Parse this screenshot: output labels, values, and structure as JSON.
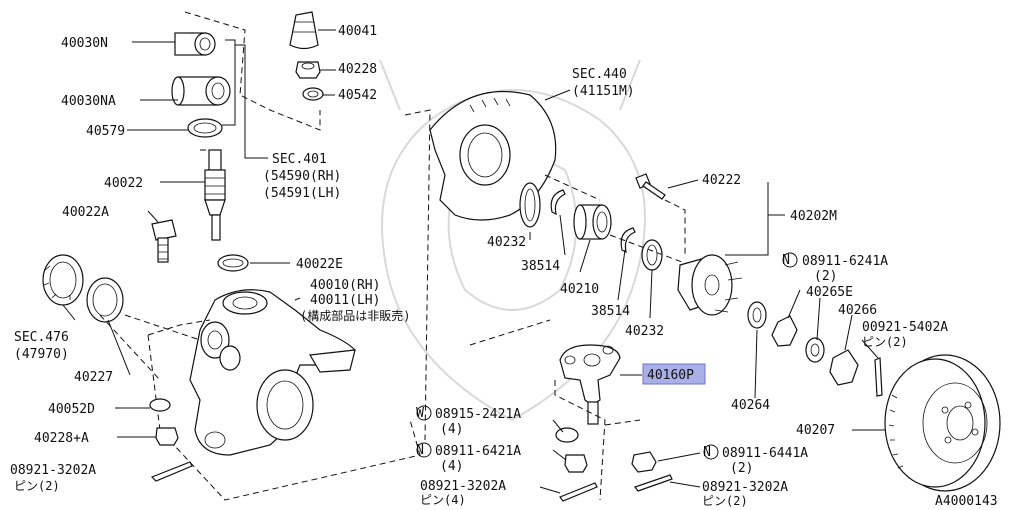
{
  "diagram_id": "A4000143",
  "highlighted_part": "40160P",
  "colors": {
    "highlight": "#a9b0e8",
    "line": "#111111"
  },
  "labels": {
    "p40030N": "40030N",
    "p40030NA": "40030NA",
    "p40579": "40579",
    "p40041": "40041",
    "p40228": "40228",
    "p40542": "40542",
    "sec401": "SEC.401",
    "sec401_rh": "(54590(RH)",
    "sec401_lh": "(54591(LH)",
    "p40022": "40022",
    "p40022A": "40022A",
    "p40022E": "40022E",
    "p40010": "40010(RH)",
    "p40011": "40011(LH)",
    "note_jp": "(構成部品は非販売)",
    "sec476": "SEC.476",
    "sec476_sub": "(47970)",
    "p40227": "40227",
    "p40052D": "40052D",
    "p40228A": "40228+A",
    "p08921_left": "08921-3202A",
    "pin_left": "ピン(2)",
    "sec440": "SEC.440",
    "sec440_sub": "(41151M)",
    "p40232_a": "40232",
    "p38514_a": "38514",
    "p40210": "40210",
    "p38514_b": "38514",
    "p40232_b": "40232",
    "p40222": "40222",
    "p40202M": "40202M",
    "n_08911_6241A": "08911-6241A",
    "n_08911_6241A_qty": "(2)",
    "p40265E": "40265E",
    "p40266": "40266",
    "p00921": "00921-5402A",
    "p00921_pin": "ピン(2)",
    "p40160P": "40160P",
    "w_08915": "08915-2421A",
    "w_08915_qty": "(4)",
    "n_08911_6421A": "08911-6421A",
    "n_08911_6421A_qty": "(4)",
    "p08921_mid": "08921-3202A",
    "pin_mid": "ピン(4)",
    "p40264": "40264",
    "p40207": "40207",
    "n_08911_6441A": "08911-6441A",
    "n_08911_6441A_qty": "(2)",
    "p08921_right": "08921-3202A",
    "pin_right": "ピン(2)",
    "circle_N": "N",
    "circle_W": "W"
  }
}
